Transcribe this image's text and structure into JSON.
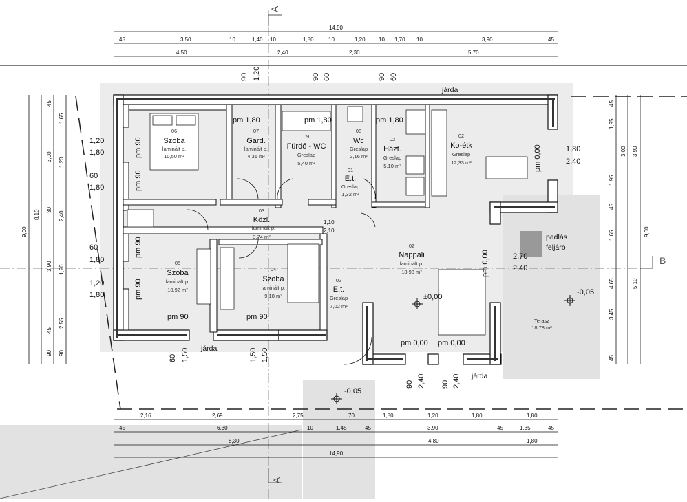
{
  "plan": {
    "section_mark": "A",
    "axis_mark": "B",
    "top_total": "14,90",
    "top_row1": [
      "45",
      "3,50",
      "10",
      "1,40",
      "10",
      "1,80",
      "10",
      "1,20",
      "10",
      "1,70",
      "10",
      "3,90",
      "45"
    ],
    "top_row2": [
      "4,50",
      "2,40",
      "2,30",
      "5,70"
    ],
    "bottom_row1": [
      "2,16",
      "2,69",
      "2,75",
      "70",
      "1,80",
      "1,20",
      "1,80",
      "1,80"
    ],
    "bottom_row2": [
      "45",
      "6,30",
      "10",
      "1,45",
      "45",
      "3,90",
      "45",
      "1,35",
      "45"
    ],
    "bottom_row3": [
      "8,30",
      "4,80",
      "1,80"
    ],
    "bottom_total": "14,90",
    "left_outer": "9,00",
    "left_mid": "8,10",
    "left_col1": [
      "45",
      "3,00",
      "30",
      "3,90",
      "45",
      "90"
    ],
    "left_col2": [
      "1,65",
      "1,20",
      "2,40",
      "1,20",
      "2,55",
      "90"
    ],
    "right_col1": [
      "45",
      "1,95",
      "1,95",
      "45",
      "1,65",
      "4,65",
      "3,45",
      "45"
    ],
    "right_col2": [
      "3,00",
      "3,90",
      "5,10",
      "9,00"
    ]
  },
  "rooms": [
    {
      "num": "06",
      "name": "Szoba",
      "floor": "laminált p.",
      "area": "10,50 m²"
    },
    {
      "num": "07",
      "name": "Gard.",
      "floor": "laminált p.",
      "area": "4,31 m²"
    },
    {
      "num": "09",
      "name": "Fürdő - WC",
      "floor": "Greslap",
      "area": "5,40 m²"
    },
    {
      "num": "08",
      "name": "Wc",
      "floor": "Greslap",
      "area": "2,16 m²"
    },
    {
      "num": "02",
      "name": "Házt.",
      "floor": "Greslap",
      "area": "5,10 m²"
    },
    {
      "num": "02",
      "name": "Ko-étk",
      "floor": "Greslap",
      "area": "12,33 m²"
    },
    {
      "num": "01",
      "name": "E.t.",
      "floor": "Greslap",
      "area": "1,32 m²"
    },
    {
      "num": "03",
      "name": "Közl.",
      "floor": "laminált p.",
      "area": "3,74 m²"
    },
    {
      "num": "05",
      "name": "Szoba",
      "floor": "laminált p.",
      "area": "10,92 m²"
    },
    {
      "num": "04",
      "name": "Szoba",
      "floor": "laminált p.",
      "area": "9,18 m²"
    },
    {
      "num": "02",
      "name": "E.t.",
      "floor": "Greslap",
      "area": "7,02 m²"
    },
    {
      "num": "02",
      "name": "Nappali",
      "floor": "laminált p.",
      "area": "18,93 m²"
    },
    {
      "num": "",
      "name": "Terasz",
      "floor": "",
      "area": "18,78 m²"
    }
  ],
  "labels": {
    "jarda": "járda",
    "padlas": "padlás",
    "feljaro": "feljáró",
    "pm180": "pm 1,80",
    "pm090": "pm 90",
    "pm000": "pm 0,00",
    "elev0": "±0,00",
    "elev_neg": "-0,05",
    "dim_120": "1,20",
    "dim_180": "1,80",
    "dim_60": "60",
    "dim_90": "90",
    "dim_210": "2,10",
    "dim_110": "1,10",
    "dim_150": "1,50",
    "dim_240": "2,40",
    "dim_270": "2,70"
  }
}
